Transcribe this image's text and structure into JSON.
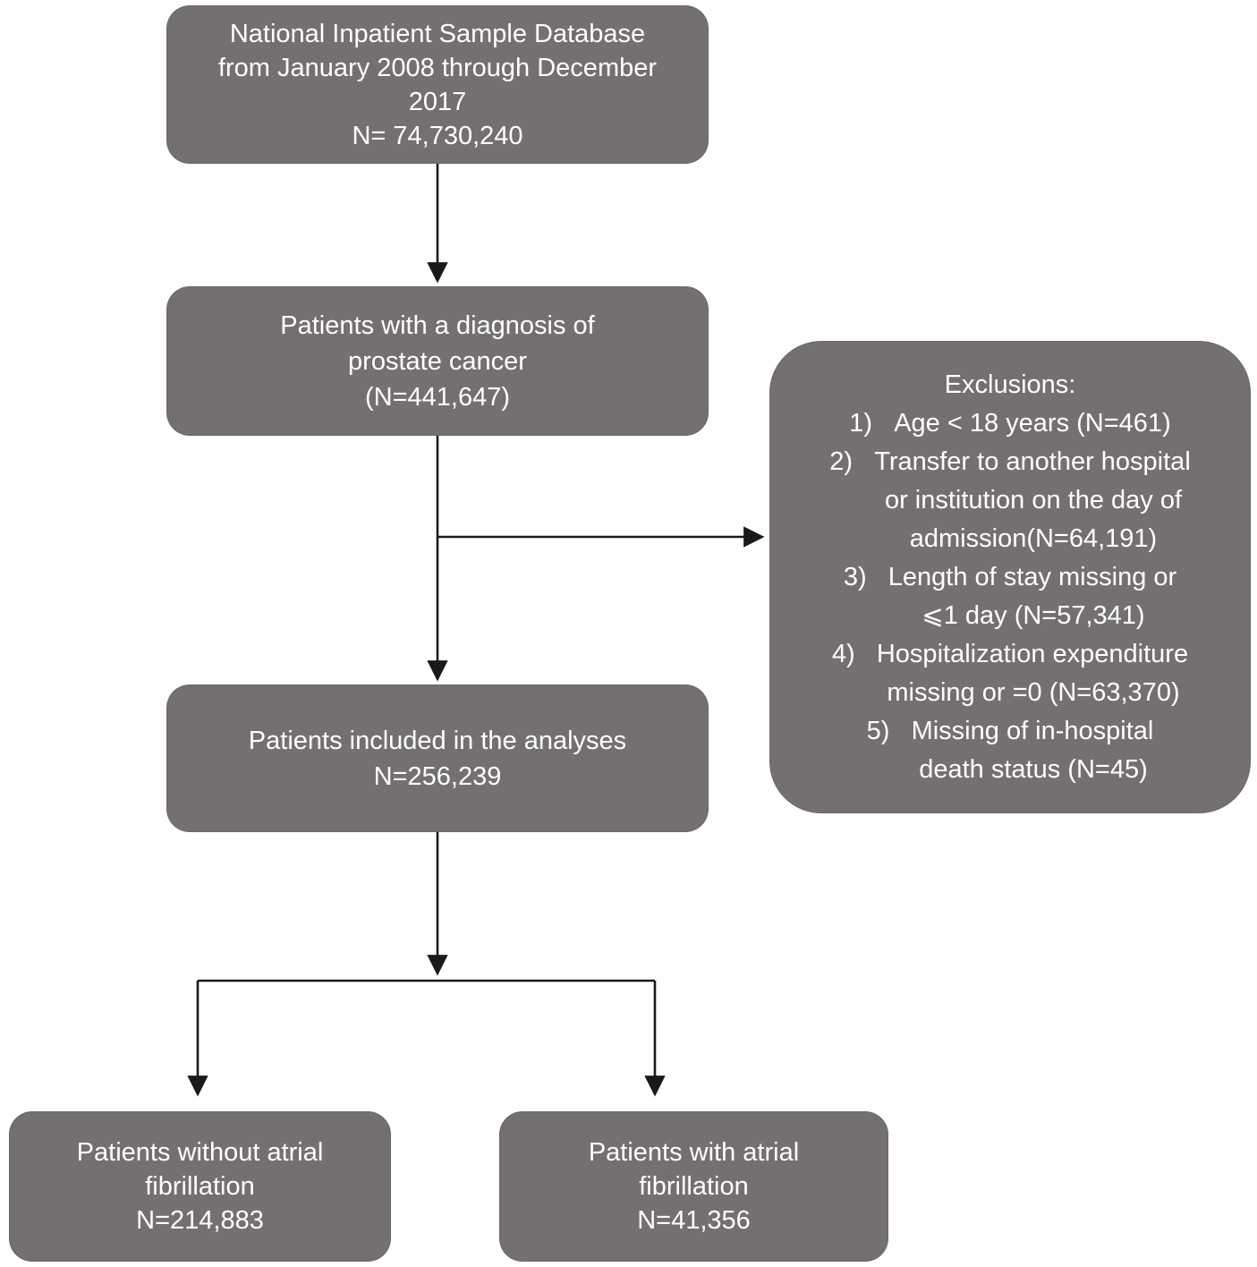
{
  "colors": {
    "box_fill": "#747070",
    "text": "#ffffff",
    "connector": "#1a1a1a"
  },
  "boxes": {
    "source": {
      "lines": [
        "National Inpatient Sample Database",
        "from January 2008 through December",
        "2017",
        "N= 74,730,240"
      ]
    },
    "diagnosis": {
      "lines": [
        "Patients with a diagnosis of",
        "prostate cancer",
        "(N=441,647)"
      ]
    },
    "exclusions": {
      "lines": [
        "Exclusions:",
        "1)   Age < 18 years (N=461)",
        "2)   Transfer to another hospital",
        "or institution on the day of",
        "admission(N=64,191)",
        "3)   Length of stay missing or",
        "⩽1 day (N=57,341)",
        "4)   Hospitalization expenditure",
        "missing or =0 (N=63,370)",
        "5)   Missing of in-hospital",
        "death status (N=45)"
      ]
    },
    "included": {
      "lines": [
        "Patients included in the analyses",
        "N=256,239"
      ]
    },
    "without_af": {
      "lines": [
        "Patients without atrial",
        "fibrillation",
        "N=214,883"
      ]
    },
    "with_af": {
      "lines": [
        "Patients with atrial",
        "fibrillation",
        "N=41,356"
      ]
    }
  }
}
